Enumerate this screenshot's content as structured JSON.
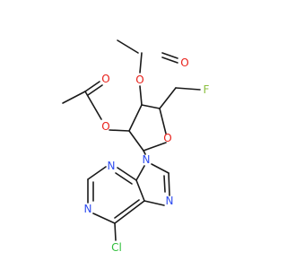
{
  "molecule": {
    "atoms": {
      "o_acetyl_top": {
        "symbol": "O",
        "color": "#e8201a"
      },
      "o_ester_top": {
        "symbol": "O",
        "color": "#e8201a"
      },
      "o_acetyl_left": {
        "symbol": "O",
        "color": "#e8201a"
      },
      "o_ester_left": {
        "symbol": "O",
        "color": "#e8201a"
      },
      "o_ring": {
        "symbol": "O",
        "color": "#e8201a"
      },
      "fluorine": {
        "symbol": "F",
        "color": "#8bbf3f"
      },
      "n9": {
        "symbol": "N",
        "color": "#2e4cf0"
      },
      "n3": {
        "symbol": "N",
        "color": "#2e4cf0"
      },
      "n1": {
        "symbol": "N",
        "color": "#2e4cf0"
      },
      "n7": {
        "symbol": "N",
        "color": "#2e4cf0"
      },
      "chlorine": {
        "symbol": "Cl",
        "color": "#2fbf3a"
      }
    },
    "bond_color": "#1a1a1a"
  }
}
